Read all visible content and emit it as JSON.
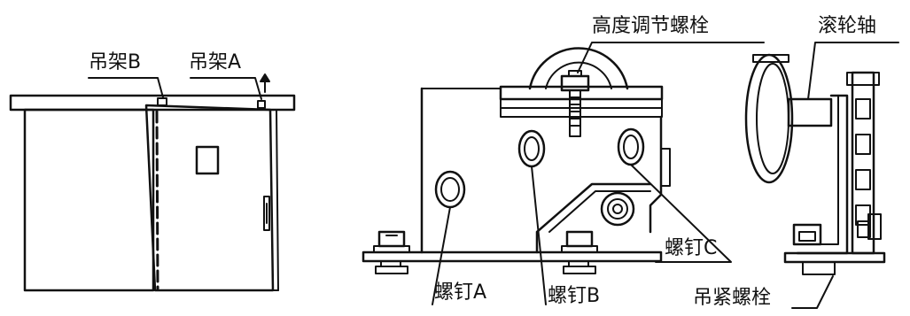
{
  "labels": {
    "hanger_b": "吊架B",
    "hanger_a": "吊架A",
    "height_bolt": "高度调节螺栓",
    "roller_shaft": "滚轮轴",
    "screw_a": "螺钉A",
    "screw_b": "螺钉B",
    "screw_c": "螺钉C",
    "hanging_bolt": "吊紧螺栓"
  },
  "colors": {
    "line": "#111111",
    "background": "#ffffff"
  }
}
